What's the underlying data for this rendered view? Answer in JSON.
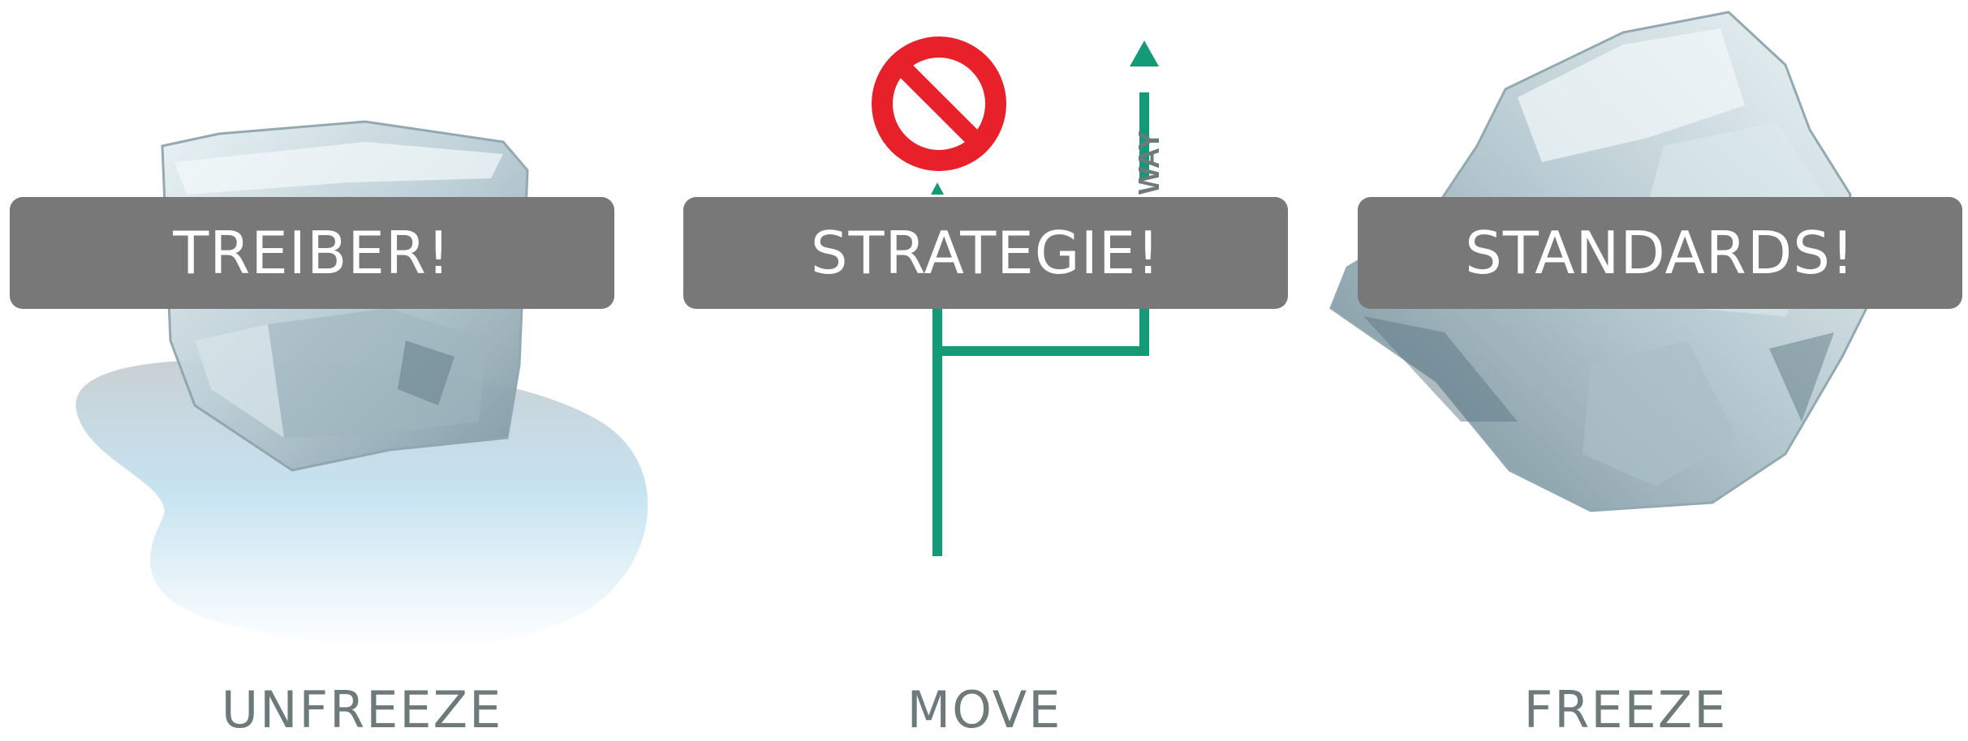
{
  "phases": [
    {
      "banner": "TREIBER!",
      "caption": "UNFREEZE"
    },
    {
      "banner": "STRATEGIE!",
      "caption": "MOVE"
    },
    {
      "banner": "STANDARDS!",
      "caption": "FREEZE"
    }
  ],
  "path_label": "WAY",
  "colors": {
    "banner_bg": "#787878",
    "banner_text": "#ffffff",
    "caption_text": "#6e7a7a",
    "path_green": "#149a76",
    "stop_red": "#e8202a",
    "ice": "#c9dfe8",
    "puddle": "#d3e9f3"
  },
  "icons": [
    "melting-ice-cube-icon",
    "no-entry-sign-icon",
    "path-arrow-icon",
    "frozen-ice-cube-icon"
  ]
}
